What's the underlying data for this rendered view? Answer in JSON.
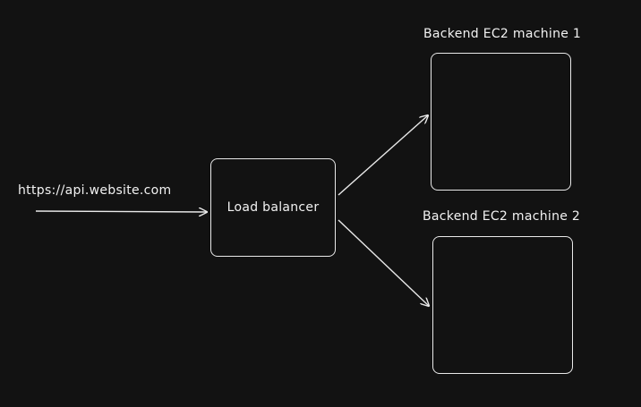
{
  "diagram": {
    "client": {
      "url": "https://api.website.com"
    },
    "load_balancer": {
      "label": "Load balancer"
    },
    "backends": [
      {
        "title": "Backend EC2 machine 1"
      },
      {
        "title": "Backend EC2 machine 2"
      }
    ],
    "colors": {
      "background": "#121212",
      "stroke": "#e9e9e9",
      "text": "#f2f2f2"
    }
  }
}
